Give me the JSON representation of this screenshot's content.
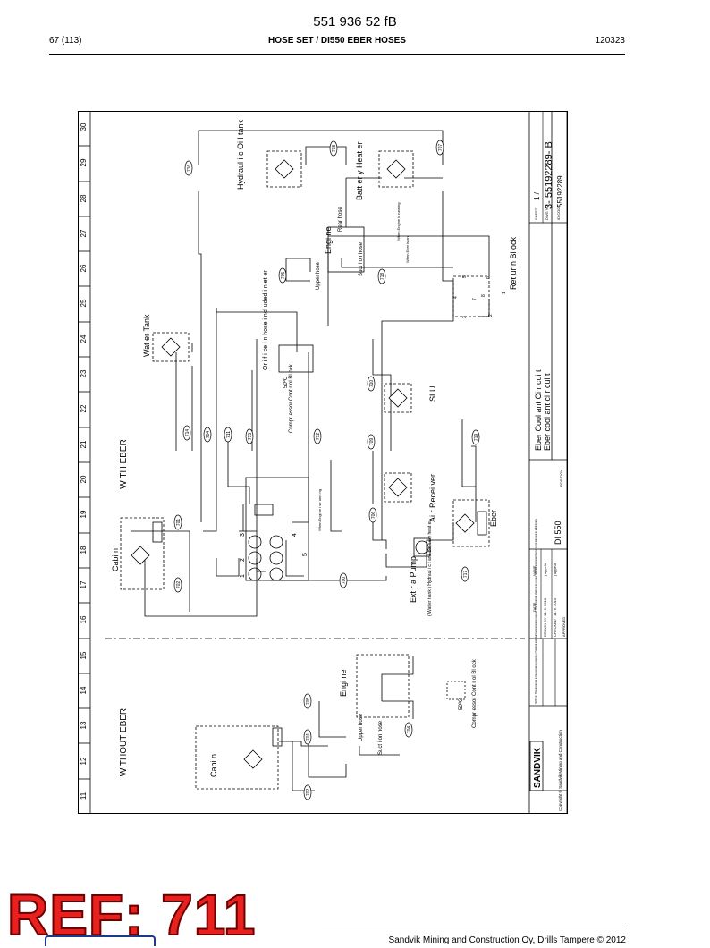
{
  "header": {
    "doc_number": "551 936 52 fB",
    "page": "67 (113)",
    "title": "HOSE SET / DI550 EBER HOSES",
    "date_code": "120323"
  },
  "grid_numbers": [
    "30",
    "29",
    "28",
    "27",
    "26",
    "25",
    "24",
    "23",
    "22",
    "21",
    "20",
    "19",
    "18",
    "17",
    "16",
    "15",
    "14",
    "13",
    "12",
    "11"
  ],
  "sections": {
    "with_eber": "W TH EBER",
    "without_eber": "W THOUT EBER"
  },
  "components": {
    "hydraulic_tank": "Hydraul i c  Oi l tank",
    "battery_heater": "Batt er y  Heat er",
    "engine": "Engi ne",
    "engine2": "Engi ne",
    "rear_hose": "Rear hose",
    "upper_hose": "Upper hose",
    "suction_hose": "Suct i on hose",
    "upper_hose2": "Upper hose",
    "suction_hose2": "Suct i on hose",
    "return_block": "Ret ur n  Bl ock",
    "water_tank": "Wat er Tank",
    "orifice": "Or i f i ce i n hose  i ncl uded i n et er",
    "temp": "50ºC",
    "temp2": "50ºC",
    "compressor_block": "Compr essor  Cont r ol Bl ock",
    "compressor_block2": "Compr essor  Cont r ol Bl ock",
    "slu": "SLU",
    "air_receiver": "Ai r  Recei ver",
    "eber": "Eber",
    "extra_pump": "Ext r a  Pump",
    "extra_pump_note": "( Wat er t ank )  Hydraul i c  t ank  Bat t ery heat er",
    "cabin": "Cabi n",
    "cabin2": "Cabi n",
    "engine_running": "When Engine is running",
    "engine_running2": "When Engi ne i s r unni ng",
    "eber_on": "When Eber is on"
  },
  "callouts": [
    "716",
    "708",
    "707",
    "718",
    "705",
    "714",
    "704",
    "711",
    "715",
    "712",
    "710",
    "709",
    "719",
    "706",
    "701",
    "702",
    "700",
    "717",
    "705",
    "701",
    "702",
    "704"
  ],
  "port_labels": [
    "1",
    "2",
    "3",
    "4",
    "5",
    "4",
    "5",
    "6",
    "7",
    "8",
    "3",
    "2",
    "1"
  ],
  "title_block": {
    "circuit_se": "Eber  Cool ant  Ci r cui t",
    "circuit_en": "Eber  cool ant  ci r cui t",
    "sheet_label": "SHEET",
    "sheet_value": "1 /",
    "dwg_label": "DWG NO.",
    "dwg_value": "3- 55192289- B",
    "idcode_label": "ID-CODE",
    "idcode_value": "55192289",
    "position": "POSITION",
    "model": "DI 550",
    "date_h": "DATE",
    "name_h": "NAME",
    "drawn": "DRAWN BY",
    "checked": "CHECKED",
    "approved": "APPROVED",
    "date1": "14. 6. 2010",
    "date2": "14. 6. 2010",
    "name1": "j uppe1r",
    "name2": "j uppe1r",
    "brand": "SANDVIK",
    "copyright": "Copyright © Sandvik Mining and Construction",
    "notice": "NOTICE: This document is the exclusive property of Sandvik and shall be returned on request. The document shall not be copied, reproduced, transmitted or communicated to a third party"
  },
  "ref": "REF: 711",
  "footer": "Sandvik Mining and Construction Oy, Drills Tampere © 2012"
}
